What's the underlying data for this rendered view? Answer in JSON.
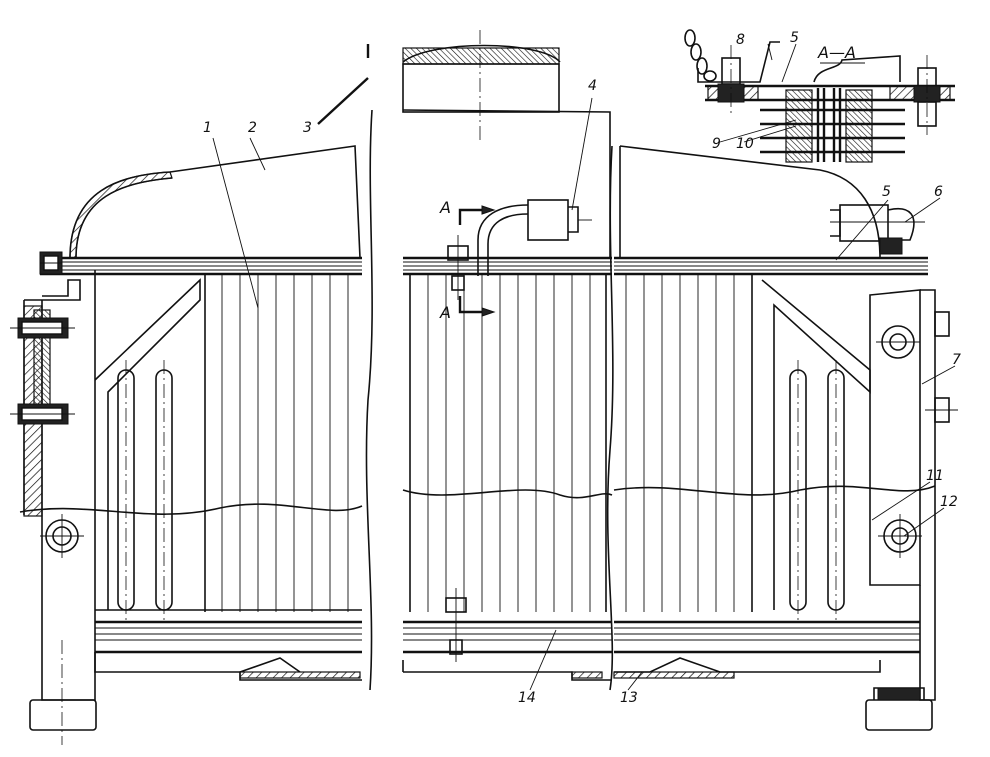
{
  "section": {
    "title": "А—А",
    "cut_mark": "А"
  },
  "callouts": {
    "c1": "1",
    "c2": "2",
    "c3": "3",
    "c4": "4",
    "c5a": "5",
    "c5b": "5",
    "c6": "6",
    "c7": "7",
    "c8": "8",
    "c9": "9",
    "c10": "10",
    "c11": "11",
    "c12": "12",
    "c13": "13",
    "c14": "14"
  }
}
